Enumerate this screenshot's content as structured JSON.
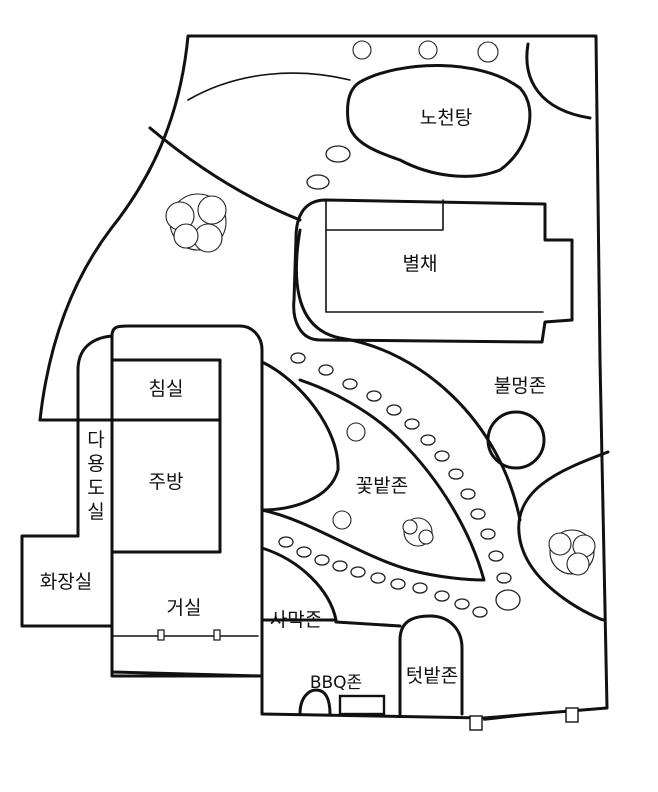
{
  "labels": {
    "open_bath": "노천탕",
    "annex": "별채",
    "bedroom": "침실",
    "fire_pit_zone": "불멍존",
    "multi_room": [
      "다",
      "용",
      "도",
      "실"
    ],
    "kitchen": "주방",
    "flower_bed_zone": "꽃밭존",
    "bathroom": "화장실",
    "living_room": "거실",
    "desert_zone": "사막존",
    "bbq_zone": "BBQ존",
    "vegetable_garden_zone": "텃밭존"
  }
}
